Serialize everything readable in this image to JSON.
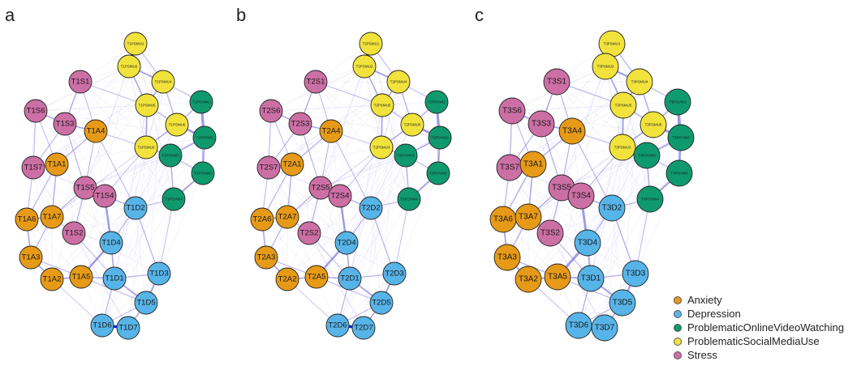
{
  "panels": [
    {
      "label": "a",
      "nodes": [
        {
          "id": "T1PSMU1",
          "group": "psmu"
        },
        {
          "id": "T1PSMU2",
          "group": "psmu"
        },
        {
          "id": "T1PSMU4",
          "group": "psmu"
        },
        {
          "id": "T1PSMU5",
          "group": "psmu"
        },
        {
          "id": "T1PSMU6",
          "group": "psmu"
        },
        {
          "id": "T1PSMU3",
          "group": "psmu"
        },
        {
          "id": "T1POVW1",
          "group": "povw"
        },
        {
          "id": "T1POVW2",
          "group": "povw"
        },
        {
          "id": "T1POVW3",
          "group": "povw"
        },
        {
          "id": "T1POVW5",
          "group": "povw"
        },
        {
          "id": "T1POVW4",
          "group": "povw"
        },
        {
          "id": "T1S1",
          "group": "stress"
        },
        {
          "id": "T1S6",
          "group": "stress"
        },
        {
          "id": "T1S3",
          "group": "stress"
        },
        {
          "id": "T1S7",
          "group": "stress"
        },
        {
          "id": "T1S5",
          "group": "stress"
        },
        {
          "id": "T1S4",
          "group": "stress"
        },
        {
          "id": "T1S2",
          "group": "stress"
        },
        {
          "id": "T1A4",
          "group": "anxiety"
        },
        {
          "id": "T1A1",
          "group": "anxiety"
        },
        {
          "id": "T1A6",
          "group": "anxiety"
        },
        {
          "id": "T1A7",
          "group": "anxiety"
        },
        {
          "id": "T1A3",
          "group": "anxiety"
        },
        {
          "id": "T1A2",
          "group": "anxiety"
        },
        {
          "id": "T1A5",
          "group": "anxiety"
        },
        {
          "id": "T1D2",
          "group": "depression"
        },
        {
          "id": "T1D4",
          "group": "depression"
        },
        {
          "id": "T1D3",
          "group": "depression"
        },
        {
          "id": "T1D1",
          "group": "depression"
        },
        {
          "id": "T1D5",
          "group": "depression"
        },
        {
          "id": "T1D6",
          "group": "depression"
        },
        {
          "id": "T1D7",
          "group": "depression"
        }
      ]
    },
    {
      "label": "b",
      "nodes": [
        {
          "id": "T2PSMU1",
          "group": "psmu"
        },
        {
          "id": "T2PSMU2",
          "group": "psmu"
        },
        {
          "id": "T2PSMU4",
          "group": "psmu"
        },
        {
          "id": "T2PSMU5",
          "group": "psmu"
        },
        {
          "id": "T2PSMU6",
          "group": "psmu"
        },
        {
          "id": "T2PSMU3",
          "group": "psmu"
        },
        {
          "id": "T2POVW1",
          "group": "povw"
        },
        {
          "id": "T2POVW2",
          "group": "povw"
        },
        {
          "id": "T2POVW3",
          "group": "povw"
        },
        {
          "id": "T2POVW5",
          "group": "povw"
        },
        {
          "id": "T2POVW4",
          "group": "povw"
        },
        {
          "id": "T2S1",
          "group": "stress"
        },
        {
          "id": "T2S6",
          "group": "stress"
        },
        {
          "id": "T2S3",
          "group": "stress"
        },
        {
          "id": "T2S7",
          "group": "stress"
        },
        {
          "id": "T2S5",
          "group": "stress"
        },
        {
          "id": "T2S4",
          "group": "stress"
        },
        {
          "id": "T2S2",
          "group": "stress"
        },
        {
          "id": "T2A4",
          "group": "anxiety"
        },
        {
          "id": "T2A1",
          "group": "anxiety"
        },
        {
          "id": "T2A6",
          "group": "anxiety"
        },
        {
          "id": "T2A7",
          "group": "anxiety"
        },
        {
          "id": "T2A3",
          "group": "anxiety"
        },
        {
          "id": "T2A2",
          "group": "anxiety"
        },
        {
          "id": "T2A5",
          "group": "anxiety"
        },
        {
          "id": "T2D2",
          "group": "depression"
        },
        {
          "id": "T2D4",
          "group": "depression"
        },
        {
          "id": "T2D3",
          "group": "depression"
        },
        {
          "id": "T2D1",
          "group": "depression"
        },
        {
          "id": "T2D5",
          "group": "depression"
        },
        {
          "id": "T2D6",
          "group": "depression"
        },
        {
          "id": "T2D7",
          "group": "depression"
        }
      ]
    },
    {
      "label": "c",
      "nodes": [
        {
          "id": "T3PSMU1",
          "group": "psmu"
        },
        {
          "id": "T3PSMU2",
          "group": "psmu"
        },
        {
          "id": "T3PSMU4",
          "group": "psmu"
        },
        {
          "id": "T3PSMU5",
          "group": "psmu"
        },
        {
          "id": "T3PSMU6",
          "group": "psmu"
        },
        {
          "id": "T3PSMU3",
          "group": "psmu"
        },
        {
          "id": "T3POVW1",
          "group": "povw"
        },
        {
          "id": "T3POVW2",
          "group": "povw"
        },
        {
          "id": "T3POVW3",
          "group": "povw"
        },
        {
          "id": "T3POVW5",
          "group": "povw"
        },
        {
          "id": "T3POVW4",
          "group": "povw"
        },
        {
          "id": "T3S1",
          "group": "stress"
        },
        {
          "id": "T3S6",
          "group": "stress"
        },
        {
          "id": "T3S3",
          "group": "stress"
        },
        {
          "id": "T3S7",
          "group": "stress"
        },
        {
          "id": "T3S5",
          "group": "stress"
        },
        {
          "id": "T3S4",
          "group": "stress"
        },
        {
          "id": "T3S2",
          "group": "stress"
        },
        {
          "id": "T3A4",
          "group": "anxiety"
        },
        {
          "id": "T3A1",
          "group": "anxiety"
        },
        {
          "id": "T3A6",
          "group": "anxiety"
        },
        {
          "id": "T3A7",
          "group": "anxiety"
        },
        {
          "id": "T3A3",
          "group": "anxiety"
        },
        {
          "id": "T3A2",
          "group": "anxiety"
        },
        {
          "id": "T3A5",
          "group": "anxiety"
        },
        {
          "id": "T3D2",
          "group": "depression"
        },
        {
          "id": "T3D4",
          "group": "depression"
        },
        {
          "id": "T3D3",
          "group": "depression"
        },
        {
          "id": "T3D1",
          "group": "depression"
        },
        {
          "id": "T3D5",
          "group": "depression"
        },
        {
          "id": "T3D6",
          "group": "depression"
        },
        {
          "id": "T3D7",
          "group": "depression"
        }
      ]
    }
  ],
  "groups": {
    "anxiety": {
      "color": "#e69a17"
    },
    "depression": {
      "color": "#57b4e8"
    },
    "povw": {
      "color": "#0f9a6e"
    },
    "psmu": {
      "color": "#f2e33c"
    },
    "stress": {
      "color": "#cc6fa5"
    }
  },
  "legend": [
    {
      "label": "Anxiety",
      "color": "#e69a17"
    },
    {
      "label": "Depression",
      "color": "#57b4e8"
    },
    {
      "label": "ProblematicOnlineVideoWatching",
      "color": "#0f9a6e"
    },
    {
      "label": "ProblematicSocialMediaUse",
      "color": "#f2e33c"
    },
    {
      "label": "Stress",
      "color": "#cc6fa5"
    }
  ],
  "edge_color": "#6b63d9",
  "strong_edge_color": "#1414d6"
}
